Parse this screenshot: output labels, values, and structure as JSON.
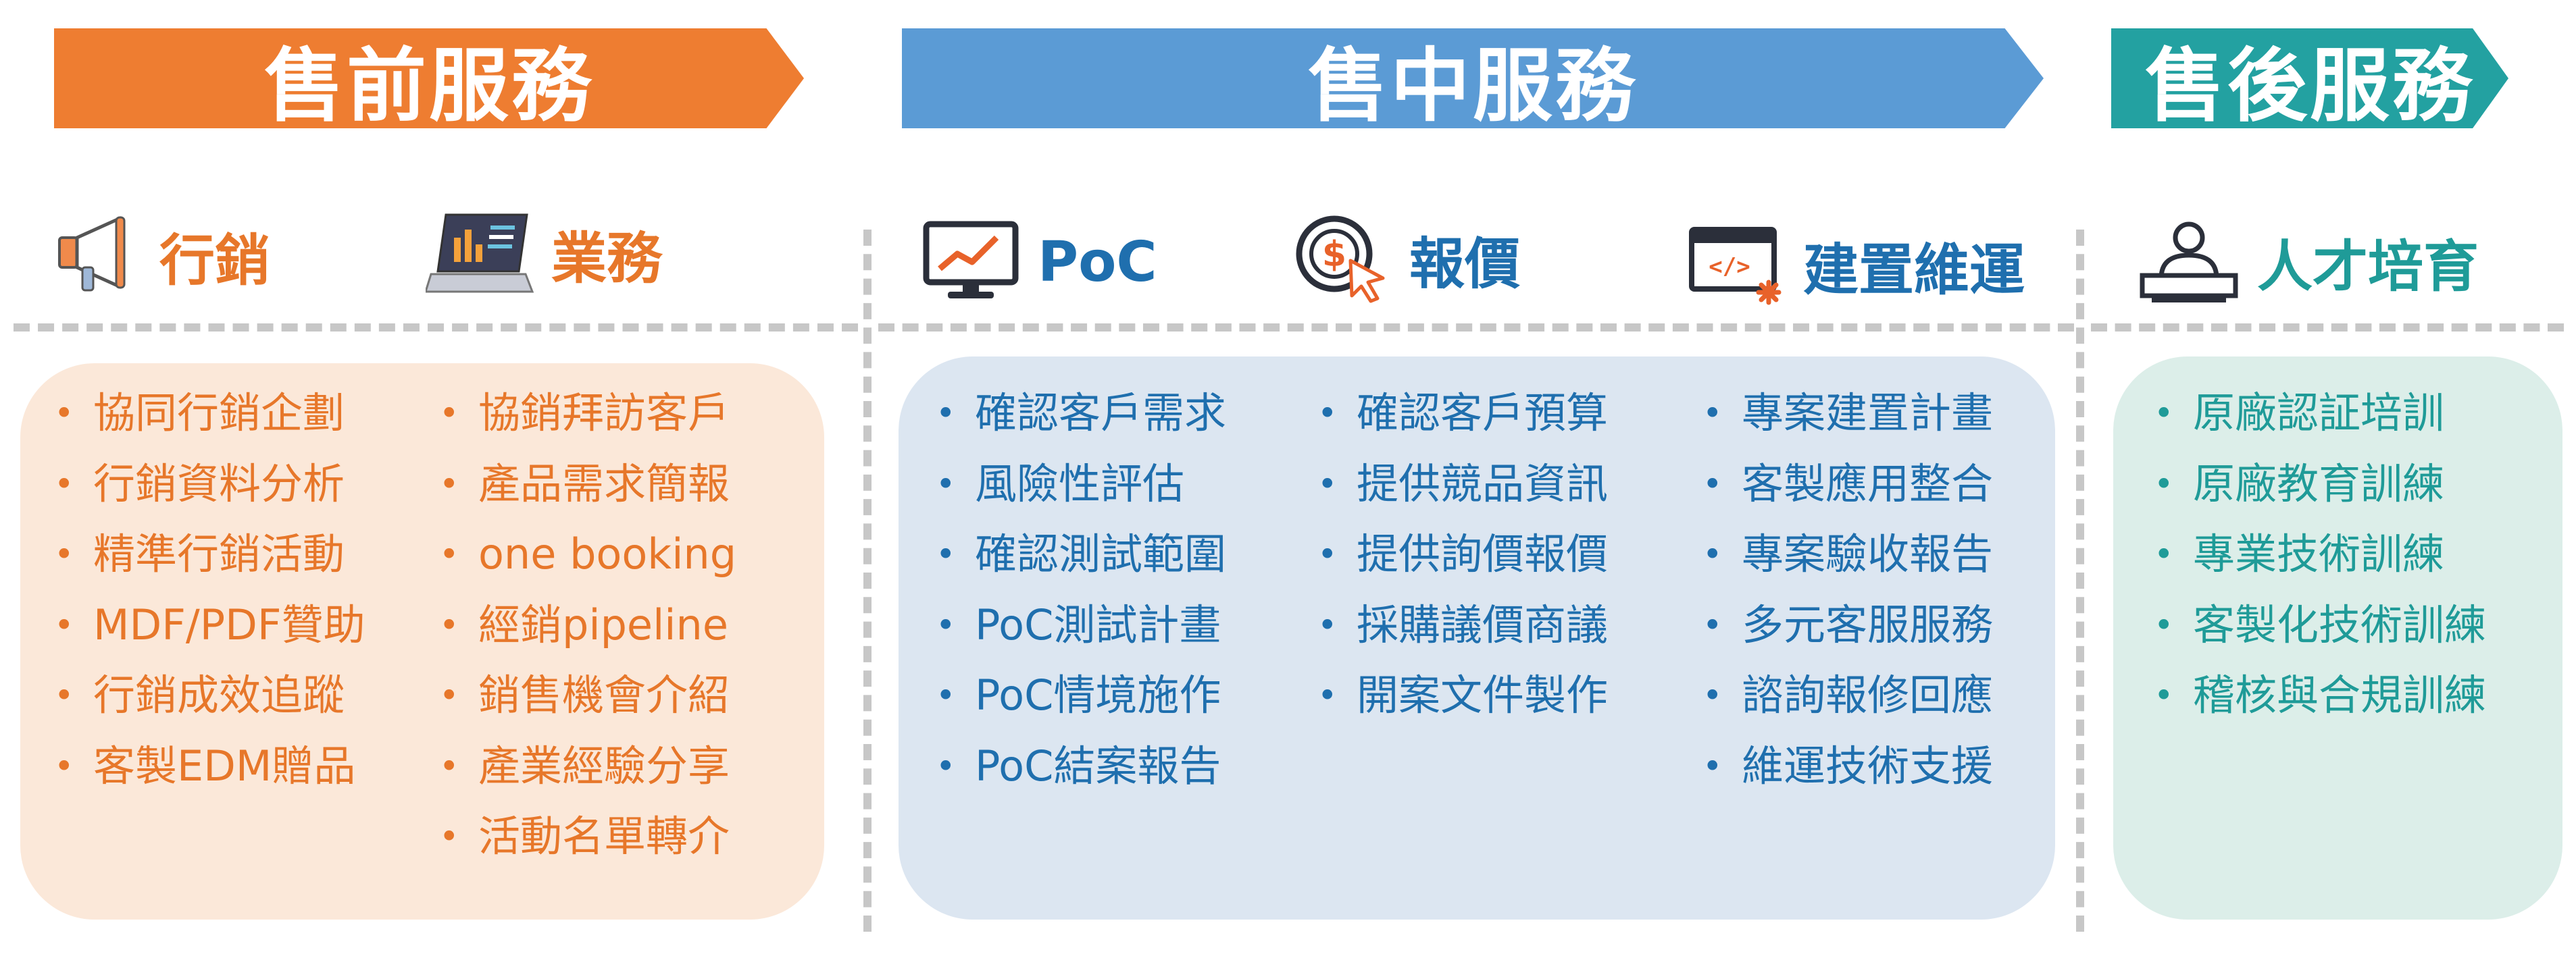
{
  "stages": {
    "pre": "售前服務",
    "mid": "售中服務",
    "post": "售後服務"
  },
  "categories": {
    "marketing": {
      "label": "行銷",
      "icon": "megaphone-icon",
      "items": [
        "協同行銷企劃",
        "行銷資料分析",
        "精準行銷活動",
        "MDF/PDF贊助",
        "行銷成效追蹤",
        "客製EDM贈品"
      ]
    },
    "sales": {
      "label": "業務",
      "icon": "laptop-chart-icon",
      "items": [
        "協銷拜訪客戶",
        "產品需求簡報",
        "one booking",
        "經銷pipeline",
        "銷售機會介紹",
        "產業經驗分享",
        "活動名單轉介"
      ]
    },
    "poc": {
      "label": "PoC",
      "icon": "monitor-chart-icon",
      "items": [
        "確認客戶需求",
        "風險性評估",
        "確認測試範圍",
        "PoC測試計畫",
        "PoC情境施作",
        "PoC結案報告"
      ]
    },
    "quote": {
      "label": "報價",
      "icon": "dollar-cursor-icon",
      "items": [
        "確認客戶預算",
        "提供競品資訊",
        "提供詢價報價",
        "採購議價商議",
        "開案文件製作"
      ]
    },
    "build": {
      "label": "建置維運",
      "icon": "code-window-icon",
      "items": [
        "專案建置計畫",
        "客製應用整合",
        "專案驗收報告",
        "多元客服服務",
        "諮詢報修回應",
        "維運技術支援"
      ]
    },
    "talent": {
      "label": "人才培育",
      "icon": "presenter-icon",
      "items": [
        "原廠認証培訓",
        "原廠教育訓練",
        "專業技術訓練",
        "客製化技術訓練",
        "稽核與合規訓練"
      ]
    }
  },
  "colors": {
    "pre": "#ee7d31",
    "mid": "#5b9bd5",
    "post": "#23a1a1",
    "blue_text": "#1f6fae"
  }
}
